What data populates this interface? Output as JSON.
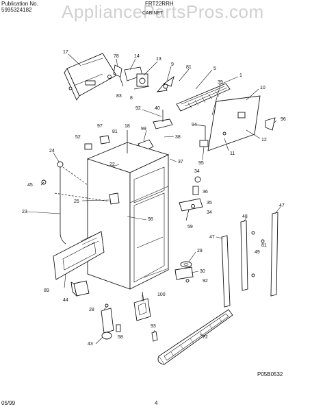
{
  "header": {
    "publication_label": "Publication No.",
    "publication_number": "5995324182",
    "model": "FRT22RRH",
    "section": "CABINET",
    "watermark": "AppliancePartsPros.com"
  },
  "footer": {
    "date": "05/99",
    "page": "4",
    "drawing_code": "P05B0532"
  },
  "labels": {
    "p17": "17",
    "p78": "78",
    "p14": "14",
    "p13": "13",
    "p9": "9",
    "p81a": "81",
    "p5": "5",
    "p83": "83",
    "p8": "8",
    "p1": "1",
    "p39": "39",
    "p10": "10",
    "p92a": "92",
    "p40": "40",
    "p18": "18",
    "p97": "97",
    "p81b": "81",
    "p99": "99",
    "p94": "94",
    "p96": "96",
    "p12": "12",
    "p52": "52",
    "p38": "38",
    "p11": "11",
    "p24": "24",
    "p22": "22",
    "p37": "37",
    "p95": "95",
    "p34a": "34",
    "p45": "45",
    "p36": "36",
    "p25": "25",
    "p35": "35",
    "p47": "47",
    "p48": "48",
    "p23": "23",
    "p34b": "34",
    "p98": "98",
    "p59": "59",
    "p81c": "81",
    "p49": "49",
    "p47b": "47",
    "p29": "29",
    "p89": "89",
    "p30": "30",
    "p92b": "92",
    "p44": "44",
    "p100": "100",
    "p28": "28",
    "p93": "93",
    "p43": "43",
    "p58": "58",
    "p72": "72"
  }
}
